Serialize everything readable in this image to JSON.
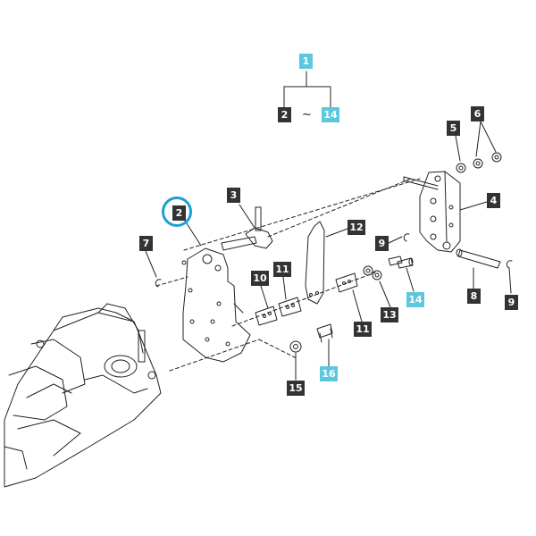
{
  "diagram": {
    "range_separator": "~",
    "colors": {
      "callout_dark": "#333333",
      "callout_accent": "#5bc8e0",
      "highlight_ring": "#1a9fd6",
      "line": "#222222"
    },
    "callouts": {
      "c1": "1",
      "c2_top": "2",
      "c14_top": "14",
      "c2": "2",
      "c3": "3",
      "c4": "4",
      "c5": "5",
      "c6": "6",
      "c7": "7",
      "c8": "8",
      "c9a": "9",
      "c9b": "9",
      "c10": "10",
      "c11a": "11",
      "c11b": "11",
      "c12": "12",
      "c13": "13",
      "c14": "14",
      "c15": "15",
      "c16": "16"
    }
  }
}
